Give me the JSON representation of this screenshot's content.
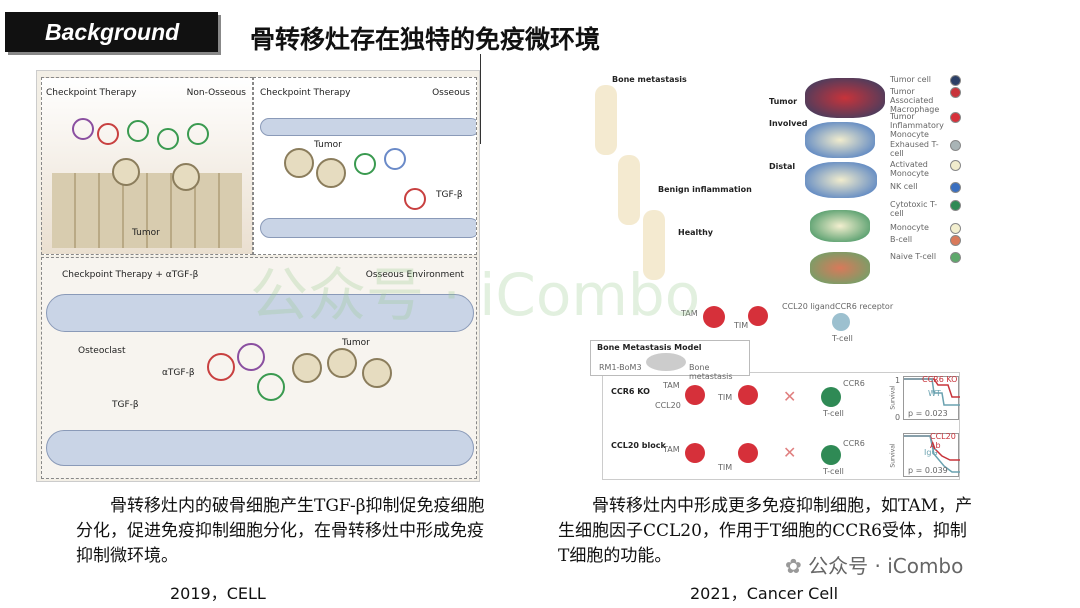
{
  "header": {
    "tag": "Background",
    "title": "骨转移灶存在独特的免疫微环境"
  },
  "left_figure": {
    "panel_a": {
      "left": "Checkpoint Therapy",
      "right": "Non-Osseous",
      "cell_label": "Tumor"
    },
    "panel_b": {
      "left": "Checkpoint Therapy",
      "right": "Osseous",
      "cell_label": "Tumor",
      "factor": "TGF-β"
    },
    "panel_c": {
      "left": "Checkpoint Therapy + αTGF-β",
      "right": "Osseous Environment",
      "osteoclast": "Osteoclast",
      "antibody": "αTGF-β",
      "factor": "TGF-β",
      "cell_label": "Tumor"
    }
  },
  "right_figure": {
    "bone_metastasis": "Bone metastasis",
    "tumor": "Tumor",
    "involved": "Involved",
    "distal": "Distal",
    "benign": "Benign inflammation",
    "healthy": "Healthy",
    "legend": [
      {
        "label": "Tumor cell",
        "color": "#2b3f66"
      },
      {
        "label": "Tumor Associated Macrophage",
        "color": "#c8333a"
      },
      {
        "label": "Tumor Inflammatory Monocyte",
        "color": "#d6303a"
      },
      {
        "label": "Exhaused T-cell",
        "color": "#a9b4b6"
      },
      {
        "label": "Activated Monocyte",
        "color": "#f1eccd"
      },
      {
        "label": "NK cell",
        "color": "#3a6fc0"
      },
      {
        "label": "Cytotoxic T-cell",
        "color": "#2f8a55"
      },
      {
        "label": "Monocyte",
        "color": "#f3efcf"
      },
      {
        "label": "B-cell",
        "color": "#d9795a"
      },
      {
        "label": "Naive T-cell",
        "color": "#5ea86b"
      }
    ],
    "mechanism": {
      "tam": "TAM",
      "tim": "TIM",
      "ligand": "CCL20 ligand",
      "receptor": "CCR6 receptor",
      "tcell": "T-cell"
    },
    "model": {
      "title": "Bone Metastasis Model",
      "injection": "RM1-BoM3",
      "site": "Bone metastasis"
    },
    "ccr6ko": {
      "title": "CCR6 KO",
      "tam": "TAM",
      "tim": "TIM",
      "ccl20": "CCL20",
      "ccr6": "CCR6",
      "tcell": "T-cell",
      "survival": "Survival",
      "group": "CCR6 KO",
      "control": "WT",
      "p": "p = 0.023"
    },
    "ccl20block": {
      "title": "CCL20 block",
      "tam": "TAM",
      "tim": "TIM",
      "ccr6": "CCR6",
      "tcell": "T-cell",
      "survival": "Survival",
      "group": "CCL20 Ab",
      "control": "IgG",
      "p": "p = 0.039"
    },
    "axis_one": "1",
    "axis_zero": "0"
  },
  "captions": {
    "left": "骨转移灶内的破骨细胞产生TGF-β抑制促免疫细胞分化，促进免疫抑制细胞分化，在骨转移灶中形成免疫抑制微环境。",
    "left_year": "2019，CELL",
    "right": "骨转移灶内中形成更多免疫抑制细胞，如TAM，产生细胞因子CCL20，作用于T细胞的CCR6受体，抑制T细胞的功能。",
    "right_year": "2021，Cancer Cell"
  },
  "watermark": {
    "center": "公众号 · iCombo",
    "corner": "公众号 · iCombo"
  }
}
